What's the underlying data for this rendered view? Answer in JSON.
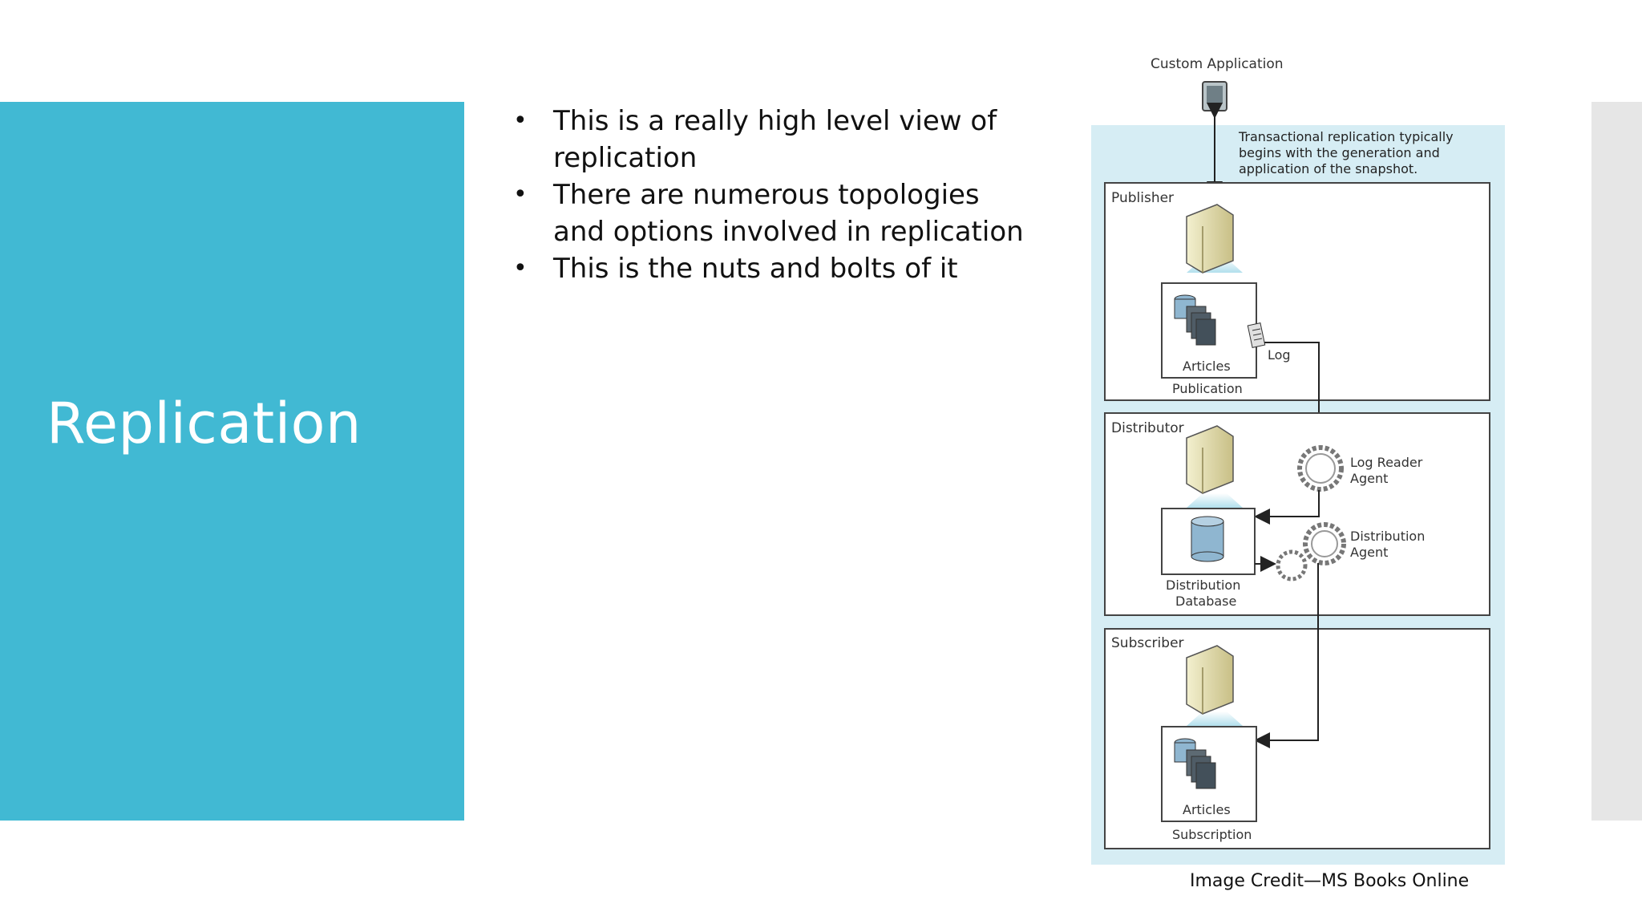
{
  "slide": {
    "title": "Replication",
    "bullets": [
      "This is a really high level view of replication",
      "There are numerous topologies and options involved in replication",
      "This is the nuts and bolts of it"
    ],
    "caption": "Image Credit—MS Books Online"
  },
  "diagram": {
    "custom_app_label": "Custom Application",
    "note_lines": [
      "Transactional replication typically",
      "begins with the generation and",
      "application of the snapshot."
    ],
    "publisher_label": "Publisher",
    "articles_label": "Articles",
    "publication_label": "Publication",
    "log_label": "Log",
    "distributor_label": "Distributor",
    "log_reader_lines": [
      "Log Reader",
      "Agent"
    ],
    "distribution_agent_lines": [
      "Distribution",
      "Agent"
    ],
    "distribution_db_lines": [
      "Distribution",
      "Database"
    ],
    "subscriber_label": "Subscriber",
    "articles2_label": "Articles",
    "subscription_label": "Subscription"
  },
  "colors": {
    "accent": "#41b9d3",
    "diagram_bg": "#d6edf4",
    "box_border": "#555555"
  }
}
